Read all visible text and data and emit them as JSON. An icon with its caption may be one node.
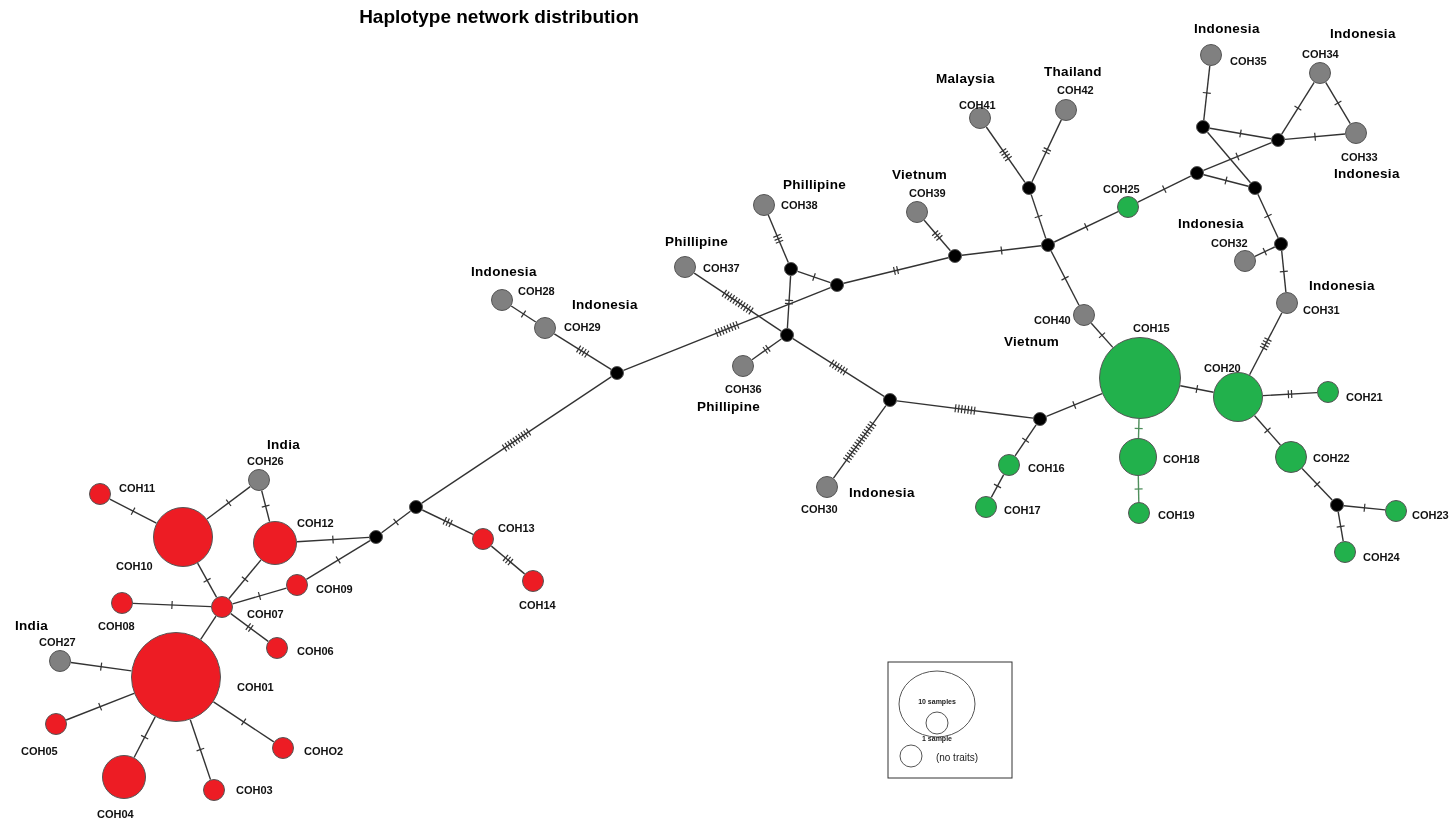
{
  "diagram": {
    "title": "Haplotype network distribution",
    "nodes": [
      {
        "text": [
          "COH01"
        ]
      },
      {
        "text": [
          "COHO2"
        ]
      },
      {
        "text": [
          "COH03"
        ]
      },
      {
        "text": [
          "COH04"
        ]
      },
      {
        "text": [
          "COH05"
        ]
      },
      {
        "text": [
          "COH06"
        ]
      },
      {
        "text": [
          "COH07"
        ]
      },
      {
        "text": [
          "COH08"
        ]
      },
      {
        "text": [
          "COH09"
        ]
      },
      {
        "text": [
          "COH10"
        ]
      },
      {
        "text": [
          "COH11"
        ]
      },
      {
        "text": [
          "COH12"
        ]
      },
      {
        "text": [
          "COH13"
        ]
      },
      {
        "text": [
          "COH14"
        ]
      },
      {
        "text": [
          "COH15"
        ]
      },
      {
        "text": [
          "COH16"
        ]
      },
      {
        "text": [
          "COH17"
        ]
      },
      {
        "text": [
          "COH18"
        ]
      },
      {
        "text": [
          "COH19"
        ]
      },
      {
        "text": [
          "COH20"
        ]
      },
      {
        "text": [
          "COH21"
        ]
      },
      {
        "text": [
          "COH22"
        ]
      },
      {
        "text": [
          "COH23"
        ]
      },
      {
        "text": [
          "COH24"
        ]
      },
      {
        "text": [
          "COH25"
        ]
      },
      {
        "text": [
          "COH26"
        ],
        "beside": [
          "India"
        ]
      },
      {
        "text": [
          "COH27"
        ],
        "beside": [
          "India"
        ]
      },
      {
        "text": [
          "COH28"
        ],
        "beside": [
          "Indonesia"
        ]
      },
      {
        "text": [
          "COH29"
        ],
        "beside": [
          "Indonesia"
        ]
      },
      {
        "text": [
          "COH30"
        ],
        "beside": [
          "Indonesia"
        ]
      },
      {
        "text": [
          "COH31"
        ],
        "beside": [
          "Indonesia"
        ]
      },
      {
        "text": [
          "COH32"
        ],
        "beside": [
          "Indonesia"
        ]
      },
      {
        "text": [
          "COH33"
        ],
        "beside": [
          "Indonesia"
        ]
      },
      {
        "text": [
          "COH34"
        ],
        "beside": [
          "Indonesia"
        ]
      },
      {
        "text": [
          "COH35"
        ],
        "beside": [
          "Indonesia"
        ]
      },
      {
        "text": [
          "COH36"
        ],
        "beside": [
          "Phillipine"
        ]
      },
      {
        "text": [
          "COH37"
        ],
        "beside": [
          "Phillipine"
        ]
      },
      {
        "text": [
          "COH38"
        ],
        "beside": [
          "Phillipine"
        ]
      },
      {
        "text": [
          "COH39"
        ],
        "beside": [
          "Vietnum"
        ]
      },
      {
        "text": [
          "COH40"
        ],
        "beside": [
          "Vietnum"
        ]
      },
      {
        "text": [
          "COH41"
        ],
        "beside": [
          "Malaysia"
        ]
      },
      {
        "text": [
          "COH42"
        ],
        "beside": [
          "Thailand"
        ]
      },
      {
        "text": [],
        "shape": "circle"
      },
      {
        "text": [],
        "shape": "circle"
      },
      {
        "text": [],
        "shape": "circle"
      },
      {
        "text": [],
        "shape": "circle"
      },
      {
        "text": [],
        "shape": "circle"
      },
      {
        "text": [],
        "shape": "circle"
      },
      {
        "text": [],
        "shape": "circle"
      },
      {
        "text": [],
        "shape": "circle"
      },
      {
        "text": [],
        "shape": "circle"
      },
      {
        "text": [],
        "shape": "circle"
      },
      {
        "text": [],
        "shape": "circle"
      },
      {
        "text": [],
        "shape": "circle"
      },
      {
        "text": [],
        "shape": "circle"
      },
      {
        "text": [],
        "shape": "circle"
      },
      {
        "text": [],
        "shape": "circle"
      },
      {
        "text": [],
        "shape": "circle"
      },
      {
        "text": [],
        "shape": "circle"
      }
    ],
    "edges": [
      {
        "from": 0,
        "to": 6,
        "arrow": "none"
      },
      {
        "from": 0,
        "to": 26,
        "arrow": "none"
      },
      {
        "from": 0,
        "to": 4,
        "arrow": "none"
      },
      {
        "from": 0,
        "to": 3,
        "arrow": "none"
      },
      {
        "from": 0,
        "to": 2,
        "arrow": "none"
      },
      {
        "from": 0,
        "to": 1,
        "arrow": "none"
      },
      {
        "from": 6,
        "to": 7,
        "arrow": "none"
      },
      {
        "from": 6,
        "to": 9,
        "arrow": "none"
      },
      {
        "from": 6,
        "to": 11,
        "arrow": "none"
      },
      {
        "from": 6,
        "to": 8,
        "arrow": "none"
      },
      {
        "from": 6,
        "to": 5,
        "arrow": "none"
      },
      {
        "from": 9,
        "to": 10,
        "arrow": "none"
      },
      {
        "from": 9,
        "to": 25,
        "arrow": "none"
      },
      {
        "from": 25,
        "to": 11,
        "arrow": "none"
      },
      {
        "from": 11,
        "to": 42,
        "arrow": "none"
      },
      {
        "from": 8,
        "to": 42,
        "arrow": "none"
      },
      {
        "from": 42,
        "to": 43,
        "arrow": "none"
      },
      {
        "from": 43,
        "to": 12,
        "arrow": "none"
      },
      {
        "from": 12,
        "to": 13,
        "arrow": "none"
      },
      {
        "from": 43,
        "to": 44,
        "arrow": "none"
      },
      {
        "from": 44,
        "to": 28,
        "arrow": "none"
      },
      {
        "from": 28,
        "to": 27,
        "arrow": "none"
      },
      {
        "from": 44,
        "to": 47,
        "arrow": "none"
      },
      {
        "from": 47,
        "to": 46,
        "arrow": "none"
      },
      {
        "from": 46,
        "to": 37,
        "arrow": "none"
      },
      {
        "from": 46,
        "to": 45,
        "arrow": "none"
      },
      {
        "from": 45,
        "to": 36,
        "arrow": "none"
      },
      {
        "from": 45,
        "to": 35,
        "arrow": "none"
      },
      {
        "from": 45,
        "to": 48,
        "arrow": "none"
      },
      {
        "from": 48,
        "to": 29,
        "arrow": "none"
      },
      {
        "from": 48,
        "to": 51,
        "arrow": "none"
      },
      {
        "from": 51,
        "to": 15,
        "arrow": "none"
      },
      {
        "from": 15,
        "to": 16,
        "arrow": "none"
      },
      {
        "from": 51,
        "to": 14,
        "arrow": "none"
      },
      {
        "from": 47,
        "to": 49,
        "arrow": "none"
      },
      {
        "from": 49,
        "to": 38,
        "arrow": "none"
      },
      {
        "from": 49,
        "to": 52,
        "arrow": "none"
      },
      {
        "from": 52,
        "to": 50,
        "arrow": "none"
      },
      {
        "from": 50,
        "to": 40,
        "arrow": "none"
      },
      {
        "from": 50,
        "to": 41,
        "arrow": "none"
      },
      {
        "from": 52,
        "to": 39,
        "arrow": "none"
      },
      {
        "from": 39,
        "to": 14,
        "arrow": "none"
      },
      {
        "from": 52,
        "to": 24,
        "arrow": "none"
      },
      {
        "from": 24,
        "to": 53,
        "arrow": "none"
      },
      {
        "from": 53,
        "to": 56,
        "arrow": "none"
      },
      {
        "from": 53,
        "to": 55,
        "arrow": "none"
      },
      {
        "from": 54,
        "to": 56,
        "arrow": "none"
      },
      {
        "from": 54,
        "to": 34,
        "arrow": "none"
      },
      {
        "from": 54,
        "to": 55,
        "arrow": "none"
      },
      {
        "from": 56,
        "to": 33,
        "arrow": "none"
      },
      {
        "from": 56,
        "to": 32,
        "arrow": "none"
      },
      {
        "from": 33,
        "to": 32,
        "arrow": "none"
      },
      {
        "from": 55,
        "to": 57,
        "arrow": "none"
      },
      {
        "from": 57,
        "to": 31,
        "arrow": "none"
      },
      {
        "from": 57,
        "to": 30,
        "arrow": "none"
      },
      {
        "from": 30,
        "to": 19,
        "arrow": "none"
      },
      {
        "from": 19,
        "to": 14,
        "arrow": "none"
      },
      {
        "from": 19,
        "to": 20,
        "arrow": "none"
      },
      {
        "from": 19,
        "to": 21,
        "arrow": "none"
      },
      {
        "from": 21,
        "to": 58,
        "arrow": "none"
      },
      {
        "from": 58,
        "to": 22,
        "arrow": "none"
      },
      {
        "from": 58,
        "to": 23,
        "arrow": "none"
      },
      {
        "from": 14,
        "to": 17,
        "arrow": "none",
        "color": "#4f8f5c"
      },
      {
        "from": 17,
        "to": 18,
        "arrow": "none",
        "color": "#4f8f5c"
      }
    ],
    "legend": [
      {
        "text": "10 samples"
      },
      {
        "text": "1 sample"
      },
      {
        "text": "(no traits)"
      }
    ]
  }
}
